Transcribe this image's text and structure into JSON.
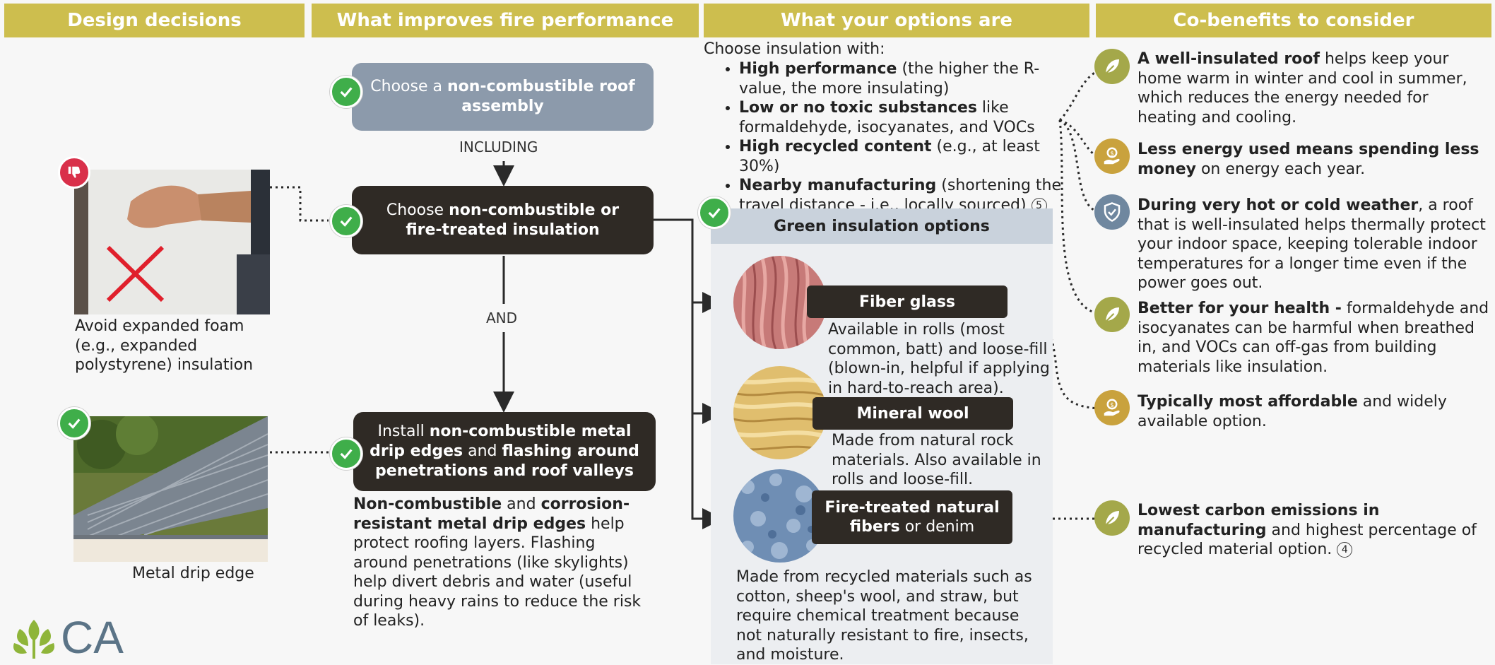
{
  "headers": {
    "col1": "Design decisions",
    "col2": "What improves fire performance",
    "col3": "What your options are",
    "col4": "Co-benefits to consider"
  },
  "left": {
    "foam_caption": "Avoid expanded foam (e.g., expanded polystyrene) insulation",
    "drip_caption": "Metal drip edge",
    "logo_text": "CA"
  },
  "flow": {
    "box1_pre": "Choose a ",
    "box1_bold": "non-combustible roof assembly",
    "including": "INCLUDING",
    "box2_pre": "Choose ",
    "box2_bold": "non-combustible or fire-treated insulation",
    "and": "AND",
    "box3_pre": "Install ",
    "box3_bold1": "non-combustible metal drip edges",
    "box3_mid": " and ",
    "box3_bold2": "flashing around penetrations and roof valleys",
    "desc_bold1": "Non-combustible",
    "desc_mid1": " and ",
    "desc_bold2": "corrosion-resistant metal drip edges",
    "desc_rest": " help protect roofing layers. Flashing around penetrations (like skylights) help divert debris and water (useful during heavy rains to reduce the risk of leaks)."
  },
  "options": {
    "intro": "Choose insulation with:",
    "bullets": [
      {
        "bold": "High performance",
        "rest": " (the higher the R-value, the more insulating)"
      },
      {
        "bold": "Low or no toxic substances",
        "rest": " like formaldehyde, isocyanates, and VOCs"
      },
      {
        "bold": "High recycled content",
        "rest": " (e.g., at least 30%)"
      },
      {
        "bold": "Nearby manufacturing",
        "rest": " (shortening the travel distance - i.e., locally sourced)"
      }
    ],
    "ref5": "5",
    "green_title": "Green insulation options",
    "fiberglass_title": "Fiber glass",
    "fiberglass_desc": "Available in rolls (most common, batt) and loose-fill (blown-in, helpful if applying in hard-to-reach area).",
    "mineral_title": "Mineral wool",
    "mineral_desc": "Made from natural rock materials. Also available in rolls and loose-fill.",
    "natural_title_bold": "Fire-treated natural fibers",
    "natural_title_rest": " or denim",
    "natural_desc": "Made from recycled materials such as cotton, sheep's wool, and straw, but require chemical treatment because not naturally resistant to fire, insects, and moisture."
  },
  "benefits": {
    "b1_bold": "A well-insulated roof",
    "b1_rest": " helps keep your home warm in winter and cool in summer, which reduces the energy needed for heating and cooling.",
    "b2_bold": "Less energy used means spending less money",
    "b2_rest": " on energy each year.",
    "b3_bold": "During very hot or cold weather",
    "b3_rest": ", a roof that is well-insulated helps thermally protect your indoor space, keeping tolerable indoor temperatures for a longer time even if the power goes out.",
    "b4_bold": "Better for your health -",
    "b4_rest": " formaldehyde and isocyanates can be harmful when breathed in, and VOCs can off-gas from building materials like insulation.",
    "b5_bold": "Typically most affordable",
    "b5_rest": " and widely available option.",
    "b6_bold": "Lowest carbon emissions in manufacturing",
    "b6_rest": " and highest percentage of recycled material option.",
    "ref4": "4"
  },
  "colors": {
    "header": "#cdbe4e",
    "box_gray": "#8c9aab",
    "box_dark": "#2f2a25",
    "check_green": "#3fae4a",
    "leaf_green": "#a4a84a",
    "money_gold": "#c9a23d",
    "shield_blue": "#6f879f",
    "thumb_red": "#d9304a"
  },
  "icons": [
    "check-icon",
    "thumbs-down-icon",
    "leaf-icon",
    "money-hand-icon",
    "shield-icon",
    "ca-oak-leaf-logo"
  ]
}
